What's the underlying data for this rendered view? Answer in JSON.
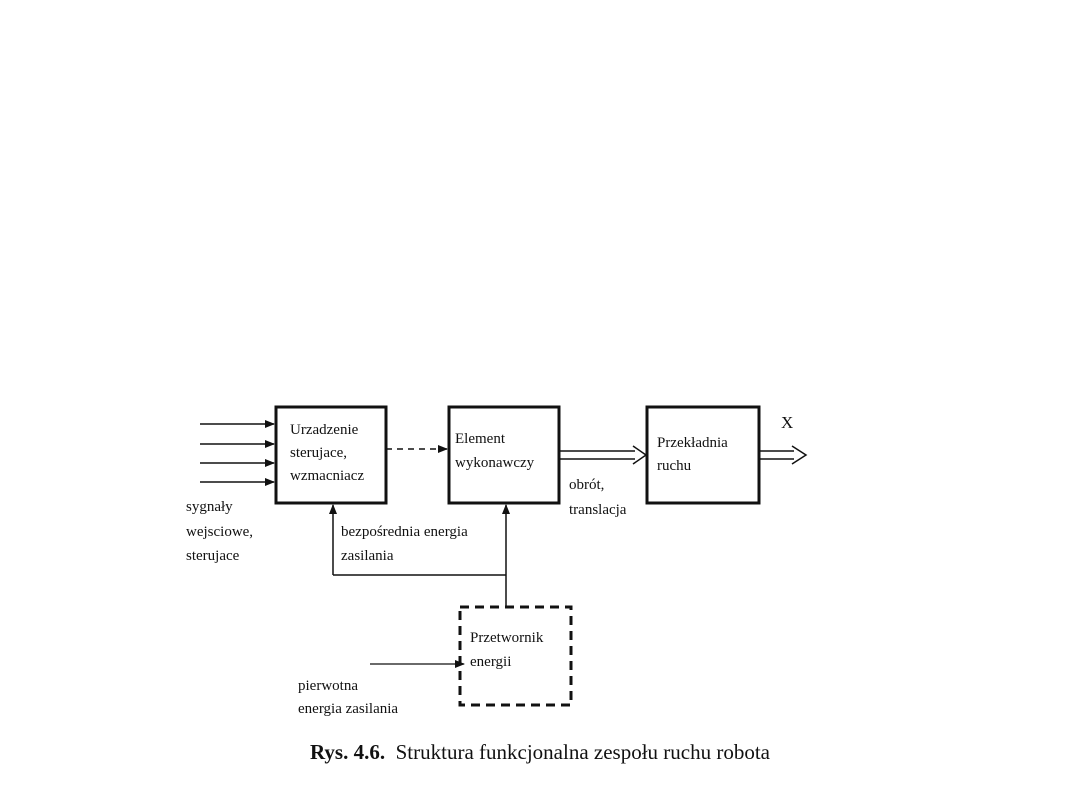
{
  "blocks": {
    "controller": {
      "lines": [
        "Urzadzenie",
        "sterujace,",
        "wzmacniacz"
      ]
    },
    "actuator": {
      "lines": [
        "Element",
        "wykonawczy"
      ]
    },
    "transmission": {
      "lines": [
        "Przekładnia",
        "ruchu"
      ]
    },
    "converter": {
      "lines": [
        "Przetwornik",
        "energii"
      ]
    }
  },
  "labels": {
    "input_signals": [
      "sygnały",
      "wejsciowe,",
      "sterujace"
    ],
    "direct_energy": [
      "bezpośrednia energia",
      "zasilania"
    ],
    "motion": [
      "obrót,",
      "translacja"
    ],
    "output": "X",
    "primary_energy": [
      "pierwotna",
      "energia zasilania"
    ]
  },
  "caption": {
    "number": "Rys. 4.6",
    "text": "Struktura funkcjonalna zespołu  ruchu robota"
  }
}
